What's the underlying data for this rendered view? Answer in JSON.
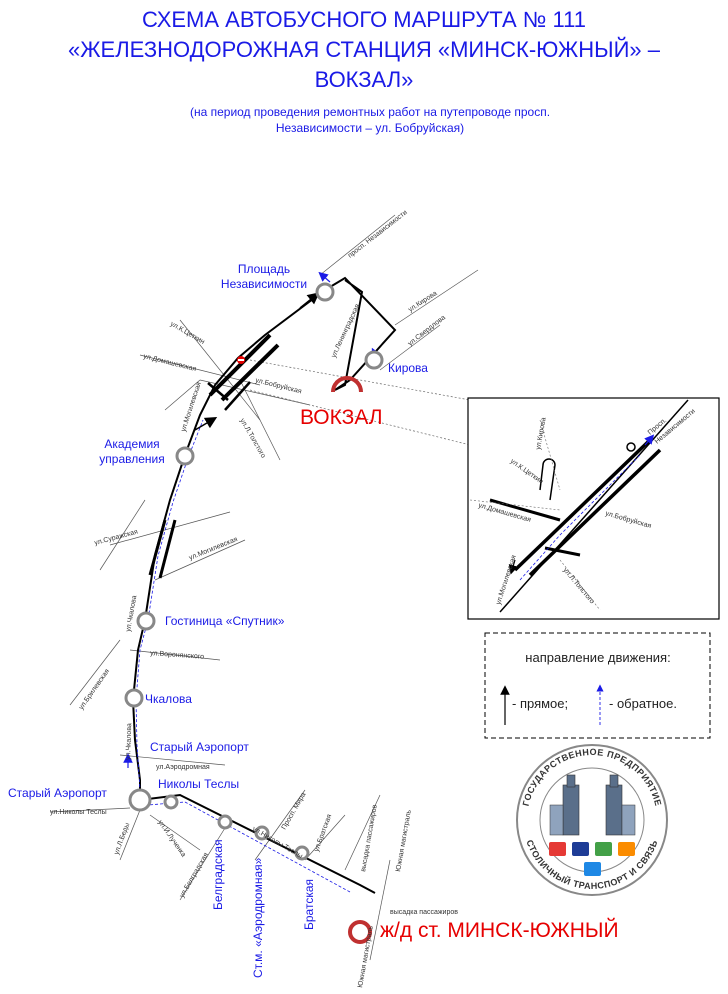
{
  "header": {
    "title_line1": "СХЕМА АВТОБУСНОГО МАРШРУТА № 111",
    "title_line2": "«ЖЕЛЕЗНОДОРОЖНАЯ СТАНЦИЯ «МИНСК-ЮЖНЫЙ» –",
    "title_line3": "ВОКЗАЛ»",
    "subtitle_line1": "(на период проведения ремонтных работ на путепроводе просп.",
    "subtitle_line2": "Независимости – ул. Бобруйская)"
  },
  "stops": {
    "ploshchad_line1": "Площадь",
    "ploshchad_line2": "Независимости",
    "kirova": "Кирова",
    "akademiya_line1": "Академия",
    "akademiya_line2": "управления",
    "sputnik": "Гостиница «Спутник»",
    "chkalova": "Чкалова",
    "stary_aeroport_right": "Старый Аэропорт",
    "stary_aeroport_left": "Старый Аэропорт",
    "nikoly_tesly": "Николы Теслы",
    "belgradskaya": "Белградская",
    "aerodromnaya": "Ст.м. «Аэродромная»",
    "bratskaya": "Братская"
  },
  "terminals": {
    "vokzal": "ВОКЗАЛ",
    "minsk_yuzhny": "ж/д ст. МИНСК-ЮЖНЫЙ"
  },
  "streets": {
    "nezavisimosti": "просп. Независимости",
    "kirova": "ул.Кирова",
    "sverdlova": "ул.Свердлова",
    "leningradskaya": "ул.Ленинградская",
    "k_tsetkin": "ул.К.Цеткин",
    "domashevskaya": "ул.Домашевская",
    "bobruyskaya": "ул.Бобруйская",
    "mogilevskaya": "ул.Могилевская",
    "l_tolstogo": "ул.Л.Толстого",
    "surazhskaya": "ул.Суражская",
    "mogilevskaya2": "ул.Могилевская",
    "chkalova": "ул.Чкалова",
    "voronyanskogo": "ул.Воронянского",
    "brilevskaya": "ул.Брилевская",
    "chkalova2": "ул.Чкалова",
    "aerodromnaya": "ул.Аэродромная",
    "nikoly_tesly": "ул.Николы Теслы",
    "l_bedy": "ул.Л.Беды",
    "i_lucheka": "ул.И.Лученка",
    "belgradskaya": "ул.Белградская",
    "nikoly_tesly2": "ул.Николы Теслы",
    "bratskaya": "ул.Братская",
    "prosp_mira": "Просп. Мира",
    "vysadka1": "высадка пассажиров",
    "vysadka2": "высадка пассажиров",
    "yuzhnaya": "Южная магистраль",
    "yuzhnaya2": "Южная магистраль"
  },
  "inset_streets": {
    "prosp": "Просп.",
    "nezavisimosti": "Независимости",
    "kirova": "ул.Кирова",
    "k_tsetkin": "ул.К.Цеткин",
    "domashevskaya": "ул.Домашевская",
    "bobruyskaya": "ул.Бобруйская",
    "mogilevskaya": "ул.Могилевская",
    "l_tolstogo": "ул.Л.Толстого"
  },
  "legend": {
    "title": "направление движения:",
    "forward": "- прямое;",
    "reverse": "- обратное."
  },
  "logo": {
    "top_text": "ГОСУДАРСТВЕННОЕ ПРЕДПРИЯТИЕ",
    "bottom_text": "СТОЛИЧНЫЙ ТРАНСПОРТ И СВЯЗЬ"
  },
  "colors": {
    "route": "#000000",
    "labels": "#1a1ae6",
    "terminal": "#e60000",
    "stop_circle": "#888888"
  }
}
